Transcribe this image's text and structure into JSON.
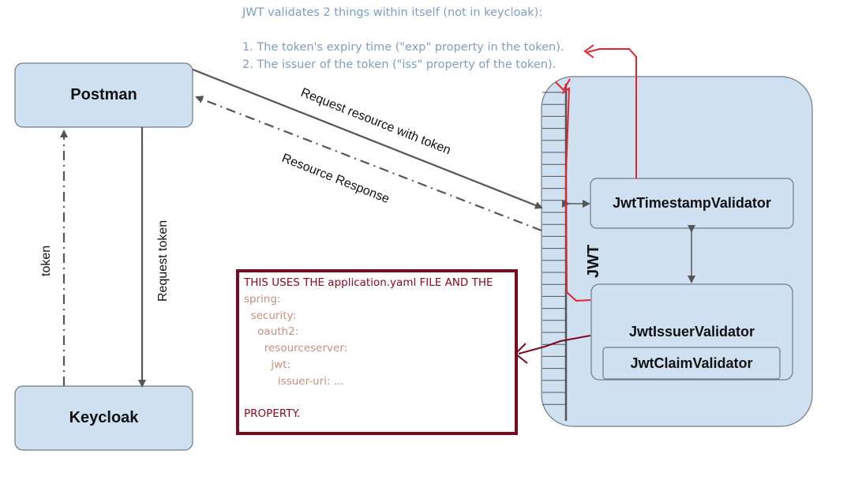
{
  "note": {
    "line1": "JWT validates 2 things within itself (not in keycloak):",
    "line2": "1. The token's expiry time (\"exp\" property in the token).",
    "line3": "2. The issuer of the token (\"iss\" property of the token)."
  },
  "nodes": {
    "postman": "Postman",
    "keycloak": "Keycloak",
    "jwt": "JWT",
    "timestamp_validator": "JwtTimestampValidator",
    "issuer_validator": "JwtIssuerValidator",
    "claim_validator": "JwtClaimValidator"
  },
  "edges": {
    "request_resource": "Request resource with token",
    "resource_response": "Resource Response",
    "request_token": "Request token",
    "token": "token"
  },
  "yaml_box": {
    "header": "THIS USES THE application.yaml FILE AND THE",
    "lines": [
      "spring:",
      "  security:",
      "    oauth2:",
      "      resourceserver:",
      "        jwt:",
      "          issuer-uri: ..."
    ],
    "footer": "PROPERTY."
  },
  "colors": {
    "box_fill": "#cfe0f1",
    "box_stroke": "#6f7a86",
    "arrow": "#555555",
    "annotation_red": "#e8222c",
    "dark_red": "#7b0a1f",
    "note_text": "#7d9ec3"
  }
}
